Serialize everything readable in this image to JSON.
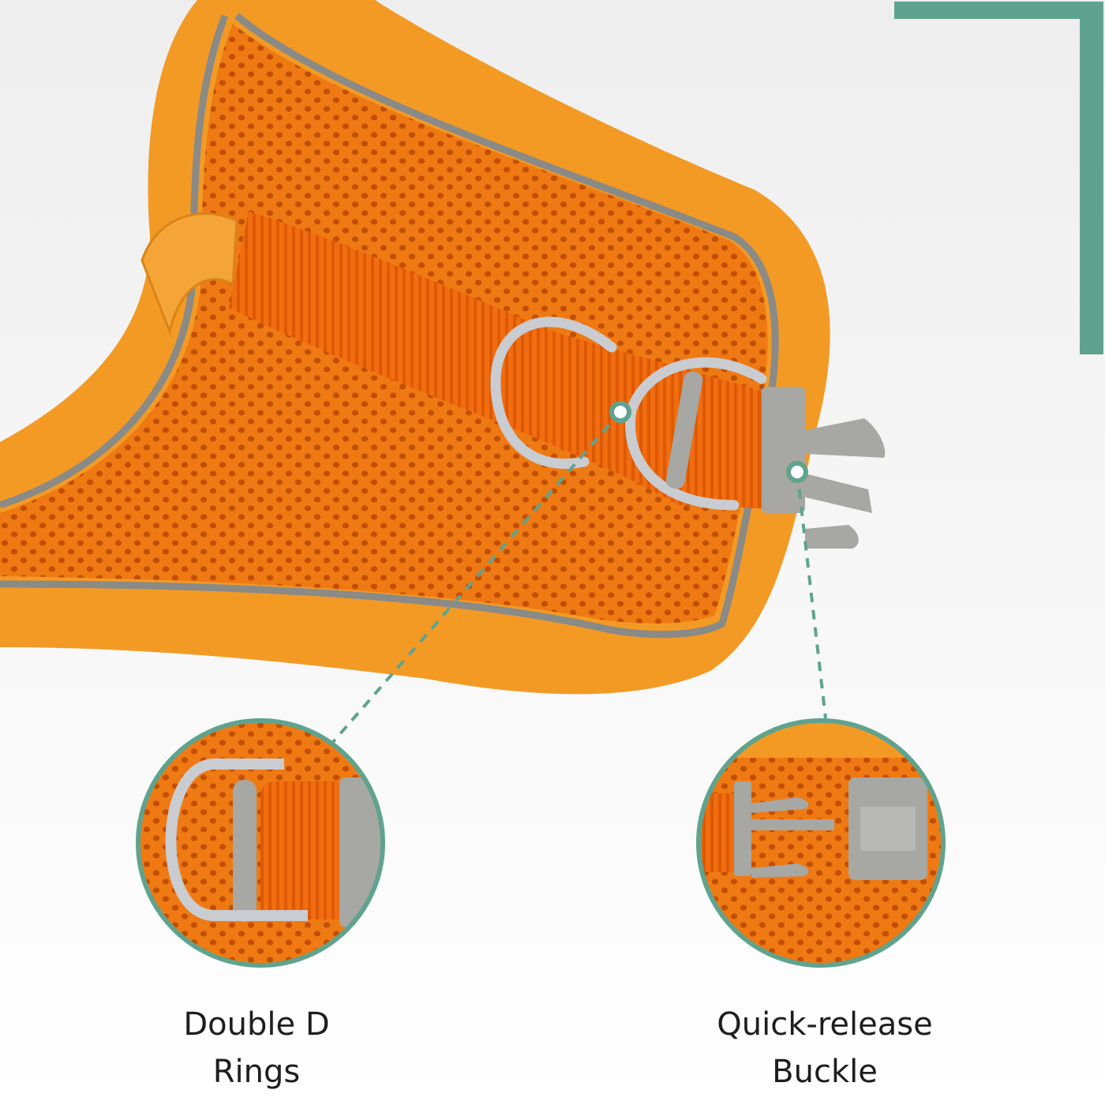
{
  "colors": {
    "accent": "#5fa38f",
    "harness_orange": "#f07a12",
    "binding_orange": "#f39a25",
    "reflective_gray": "#8a8a87",
    "buckle_gray": "#a7a7a3",
    "metal": "#c9ccd0",
    "background": "#ffffff"
  },
  "callouts": {
    "left": {
      "line1": "Double D",
      "line2": "Rings"
    },
    "right": {
      "line1": "Quick-release",
      "line2": "Buckle"
    }
  },
  "icons": {
    "product": "pet-harness-photo",
    "zoom_left": "d-ring-closeup",
    "zoom_right": "buckle-closeup"
  }
}
